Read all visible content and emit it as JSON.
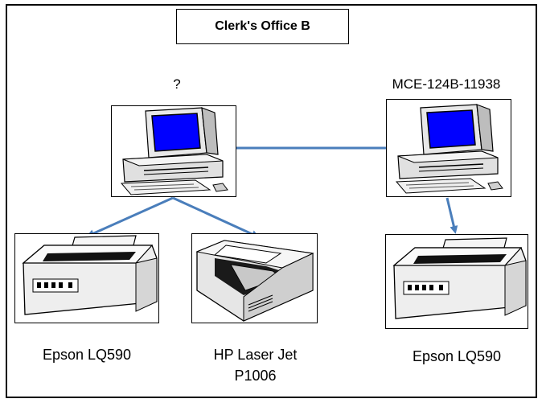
{
  "title": "Clerk's Office B",
  "hosts": {
    "left": {
      "label": "?"
    },
    "right": {
      "label": "MCE-124B-11938"
    }
  },
  "printers": [
    {
      "line1": "Epson LQ590",
      "line2": ""
    },
    {
      "line1": "HP Laser Jet",
      "line2": "P1006"
    },
    {
      "line1": "Epson LQ590",
      "line2": ""
    }
  ],
  "colors": {
    "connector": "#4a7ebb",
    "screen": "#0000ff",
    "frame": "#000000"
  },
  "icons": [
    "computer-icon",
    "dot-matrix-printer-icon",
    "laser-printer-icon"
  ]
}
